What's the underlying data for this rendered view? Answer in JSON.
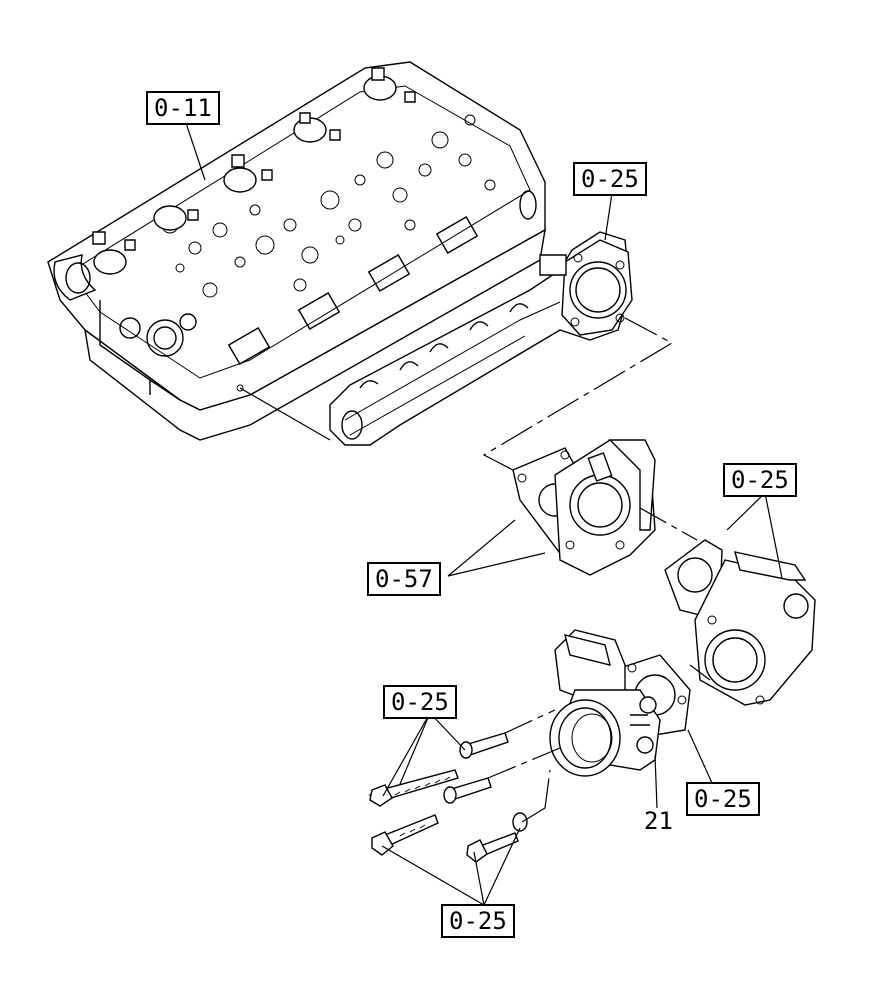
{
  "callouts": {
    "head": "0-11",
    "manifold": "0-25",
    "gasket_pair": "0-57",
    "adapter": "0-25",
    "bolts_upper": "0-25",
    "throttle_gasket": "0-25",
    "bolts_lower": "0-25"
  },
  "labels": {
    "throttle_body": "21"
  }
}
